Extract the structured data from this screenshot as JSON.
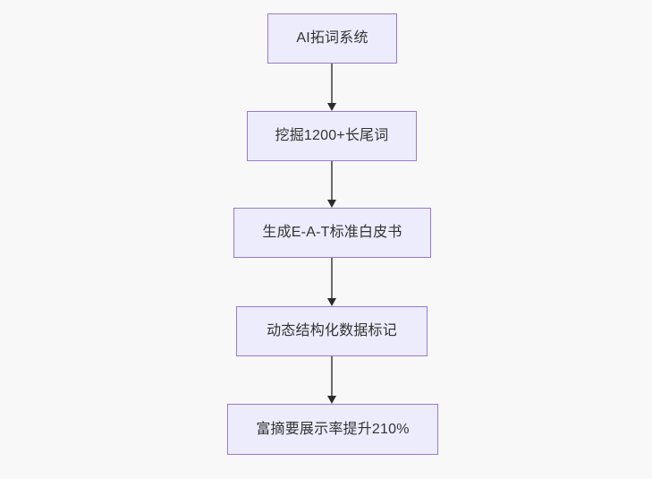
{
  "diagram": {
    "type": "flowchart",
    "direction": "top-to-bottom",
    "background_color": "#f8f8f8",
    "node_fill_color": "#ececfd",
    "node_border_color": "#9b78d6",
    "node_text_color": "#333333",
    "edge_line_color": "#6b6b6b",
    "edge_arrow_color": "#2b2b2b",
    "nodes": [
      {
        "id": "n1",
        "label": "AI拓词系统"
      },
      {
        "id": "n2",
        "label": "挖掘1200+长尾词"
      },
      {
        "id": "n3",
        "label": "生成E-A-T标准白皮书"
      },
      {
        "id": "n4",
        "label": "动态结构化数据标记"
      },
      {
        "id": "n5",
        "label": "富摘要展示率提升210%"
      }
    ],
    "edges": [
      {
        "from": "n1",
        "to": "n2",
        "label": ""
      },
      {
        "from": "n2",
        "to": "n3",
        "label": ""
      },
      {
        "from": "n3",
        "to": "n4",
        "label": ""
      },
      {
        "from": "n4",
        "to": "n5",
        "label": ""
      }
    ]
  }
}
